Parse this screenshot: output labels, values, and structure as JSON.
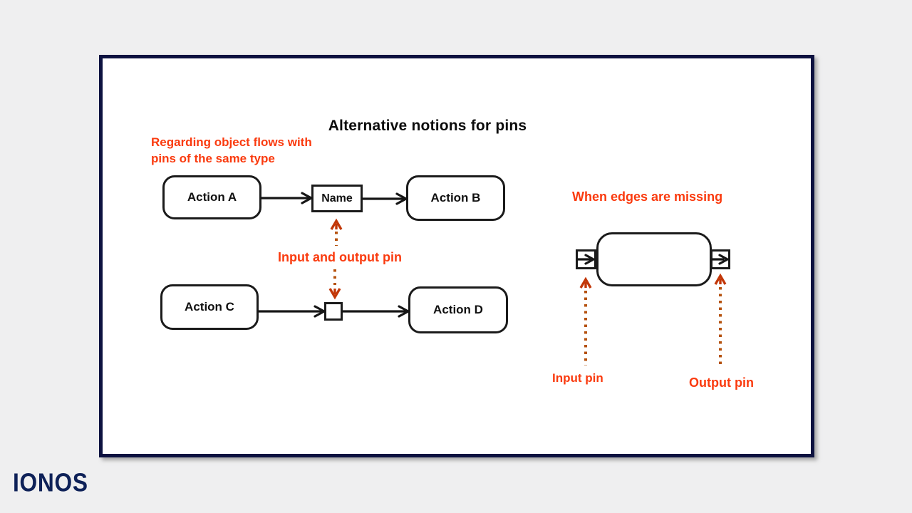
{
  "theme": {
    "page-bg": "#efeff0",
    "panel-bg": "#ffffff",
    "panel-border": "#0d1240",
    "line-color": "#161616",
    "accent": "#fa3a0e",
    "arrow-orange": "#b5520e",
    "arrow-head-orange": "#c23708",
    "logo-color": "#0e2158"
  },
  "brand": {
    "logo_text": "IONOS"
  },
  "diagram": {
    "title": "Alternative notions for pins",
    "left_section": {
      "caption_lines": [
        "Regarding object flows with",
        "pins of the same type"
      ],
      "pin_caption": "Input and output pin",
      "nodes": {
        "action_a": "Action A",
        "pin_name": "Name",
        "action_b": "Action B",
        "action_c": "Action C",
        "action_d": "Action D"
      }
    },
    "right_section": {
      "caption": "When edges are missing",
      "input_pin_label": "Input pin",
      "output_pin_label": "Output pin"
    }
  }
}
